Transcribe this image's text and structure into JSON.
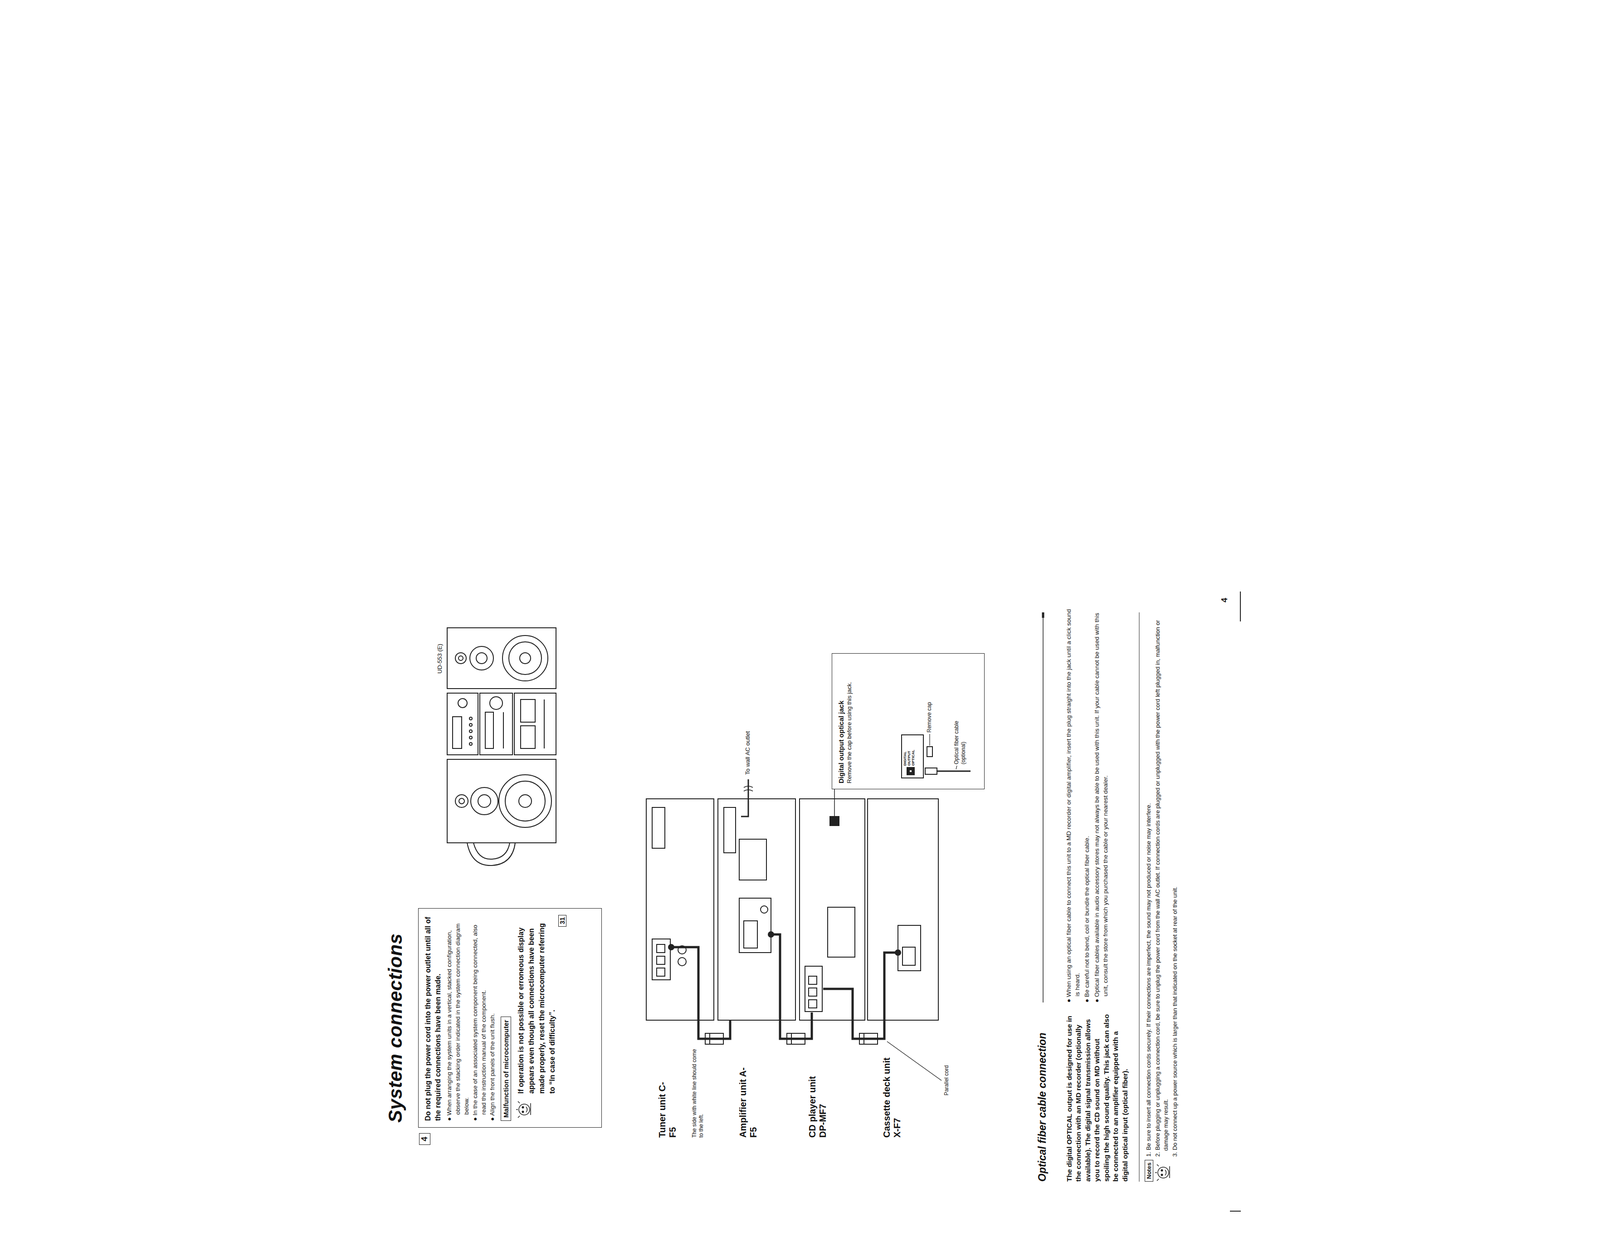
{
  "diagram": {
    "title": "System connections",
    "nodes": [
      {
        "text": [
          "Do not plug the power cord into the power outlet until all of the required connections have been made.",
          "● When arranging the system units in a vertical, stacked configuration, observe the stacking order indicated in the system connection diagram below.",
          "● In the case of an associated system component being connected, also read the instruction manual of the component.",
          "● Align the front panels of the unit flush.",
          "If operation is not possible or erroneous display appears even though all connections have been made properly, reset the microcomputer referring to “In case of difficulty”.",
          "31"
        ]
      },
      {
        "text": [
          "Malfunction of microcomputer"
        ],
        "in": 0
      },
      {
        "text": [
          "Tuner unit C-F5"
        ]
      },
      {
        "text": [
          "Amplifier unit A-F5"
        ]
      },
      {
        "text": [
          "CD player unit DP-MF7"
        ]
      },
      {
        "text": [
          "Cassette deck unit X-F7"
        ]
      },
      {
        "text": [
          "Digital output optical jack",
          "Remove the cap before using this jack."
        ]
      },
      {
        "text": [
          "Notes"
        ]
      }
    ],
    "edges": [
      {
        "from": 2,
        "to": 3,
        "arrow": "none"
      },
      {
        "from": 3,
        "to": 4,
        "arrow": "none"
      },
      {
        "from": 4,
        "to": 5,
        "arrow": "none"
      },
      {
        "from": 4,
        "to": 6,
        "arrow": "none"
      }
    ],
    "labels": [
      "4",
      "UD-553 (E)",
      "The side with white line should come to the left.",
      "To wall AC outlet",
      "Parallel cord",
      "DIGITAL OUTPUT OPTICAL",
      "Remove cap",
      "Optical fiber cable (optional)",
      "Optical fiber cable connection",
      "The digital OPTICAL output is designed for use in the connection with an MD recorder (optionally available). The digital signal transmission allows you to record the CD sound on MD without spoiling the high sound quality. This jack can also be connected to an amplifier equipped with a digital optical input (optical fiber).",
      "● When using an optical fiber cable to connect this unit to a MD recorder or digital amplifier, insert the plug straight into the jack until a click sound is heard.",
      "● Be careful not to bend, coil or bundle the optical fiber cable.",
      "● Optical fiber cables available in audio accessory stores may not always be able to be used with this unit. If your cable cannot be used with this unit, consult the store from which you purchased the cable or your nearest dealer.",
      "1. Be sure to insert all connection cords securely. If their connections are imperfect, the sound may not produced or noise may interfere.",
      "2. Before plugging or unplugging a connection cord, be sure to unplug the power cord from the wall AC outlet. If connection cords are plugged or unplugged with the power cord left plugged in, malfunction or damage may result.",
      "3. Do not connect up a power source which is larger than that indicated on the socket at rear of the unit.",
      "4"
    ]
  }
}
